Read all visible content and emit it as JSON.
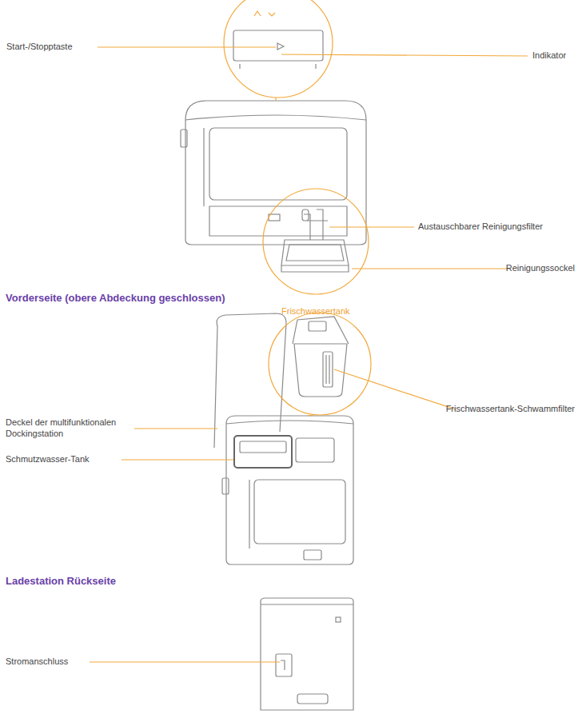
{
  "diagram": {
    "labels": [
      "Start-/Stopptaste",
      "Indikator",
      "Austauschbarer Reinigungsfilter",
      "Reinigungssockel",
      "Vorderseite (obere Abdeckung geschlossen)",
      "Frischwassertank",
      "Deckel der multifunktionalen Dockingstation",
      "Frischwassertank-Schwammfilter",
      "Schmutzwasser-Tank",
      "Ladestation Rückseite",
      "Stromanschluss"
    ]
  }
}
